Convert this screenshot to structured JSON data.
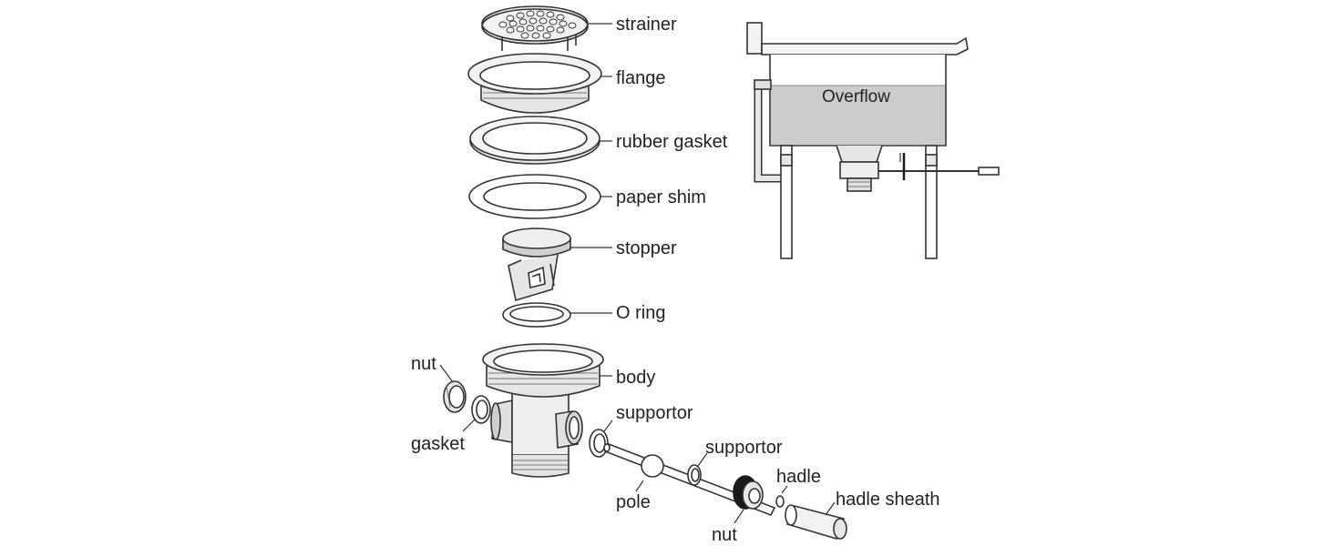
{
  "labels": {
    "strainer": "strainer",
    "flange": "flange",
    "rubber_gasket": "rubber gasket",
    "paper_shim": "paper shim",
    "stopper": "stopper",
    "o_ring": "O ring",
    "body": "body",
    "nut_left": "nut",
    "gasket": "gasket",
    "supportor_1": "supportor",
    "supportor_2": "supportor",
    "pole": "pole",
    "hadle": "hadle",
    "hadle_sheath": "hadle sheath",
    "nut_bottom": "nut"
  },
  "sink": {
    "overflow": "Overflow"
  },
  "colors": {
    "line": "#333333",
    "part_fill": "#ffffff",
    "metal_light": "#e6e6e6",
    "metal_mid": "#bfbfbf",
    "water": "#cccccc",
    "dark_ring": "#1a1a1a"
  }
}
